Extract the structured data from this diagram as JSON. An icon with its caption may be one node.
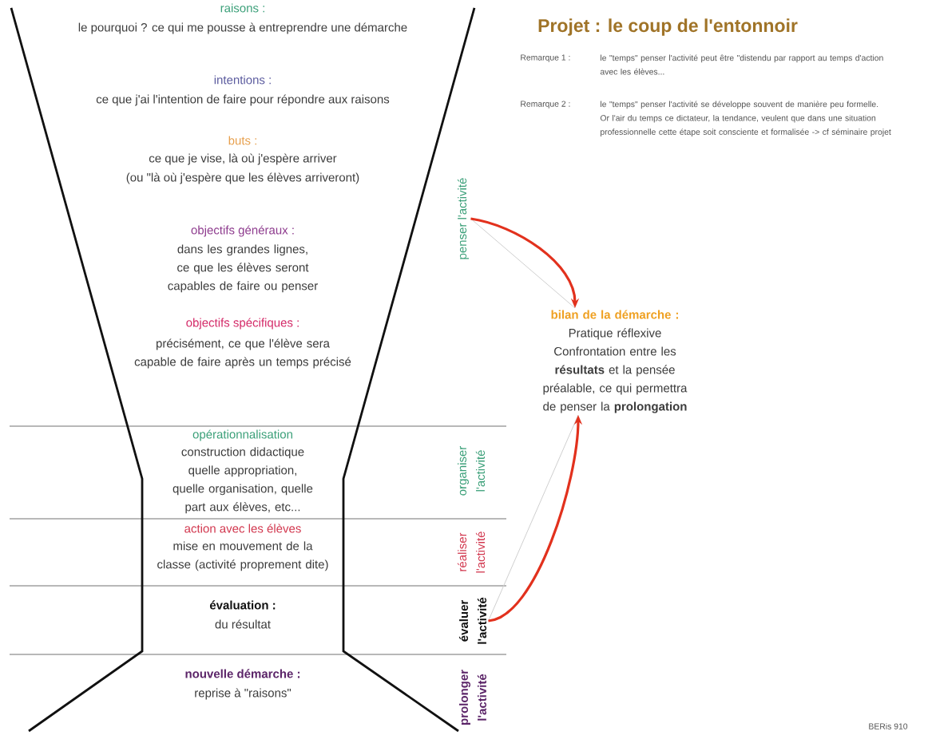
{
  "diagram": {
    "title": "Projet : le coup de l'entonnoir",
    "nodes": [
      {
        "text": [
          "penser l'activité"
        ]
      },
      {
        "text": [
          "évaluer l'activité"
        ]
      },
      {
        "text": [
          "bilan de la démarche :",
          "Pratique réflexive Confrontation entre les **résultats** et la pensée préalable, ce qui permettra de penser la **prolongation**"
        ]
      }
    ],
    "edges": [
      {
        "from": 0,
        "to": 2,
        "arrow": "to",
        "color": "#e2311d"
      },
      {
        "from": 0,
        "to": 2,
        "arrow": "none",
        "color": "#cfcfcf"
      },
      {
        "from": 1,
        "to": 2,
        "arrow": "to",
        "color": "#e2311d"
      },
      {
        "from": 1,
        "to": 2,
        "arrow": "none",
        "color": "#cfcfcf"
      }
    ],
    "labels": [
      "raisons :",
      "le pourquoi ? ce qui me pousse à entreprendre une démarche",
      "intentions :",
      "ce que j'ai l'intention de faire pour répondre aux raisons",
      "buts :",
      "ce que je vise, là où j'espère arriver",
      "(ou \"là où j'espère que les élèves arriveront)",
      "objectifs généraux :",
      "dans les grandes lignes, ce que les élèves seront capables de faire ou penser",
      "objectifs spécifiques :",
      "précisément, ce que l'élève sera capable de faire après un temps précisé",
      "opérationnalisation",
      "construction didactique quelle appropriation, quelle organisation, quelle part aux élèves, etc...",
      "action avec les élèves",
      "mise en mouvement de la classe (activité proprement dite)",
      "évaluation :",
      "du résultat",
      "nouvelle démarche :",
      "reprise à \"raisons\"",
      "organiser l'activité",
      "réaliser l'activité",
      "prolonger l'activité",
      "Remarque 1 :",
      "le \"temps\" penser l'activité peut être \"distendu par rapport au temps d'action avec les élèves...",
      "Remarque 2 :",
      "le \"temps\" penser l'activité se développe souvent de manière peu formelle. Or l'air du temps ce dictateur, la tendance, veulent que dans une situation professionnelle cette étape soit consciente et formalisée -> cf séminaire projet",
      "BERis 910"
    ]
  }
}
